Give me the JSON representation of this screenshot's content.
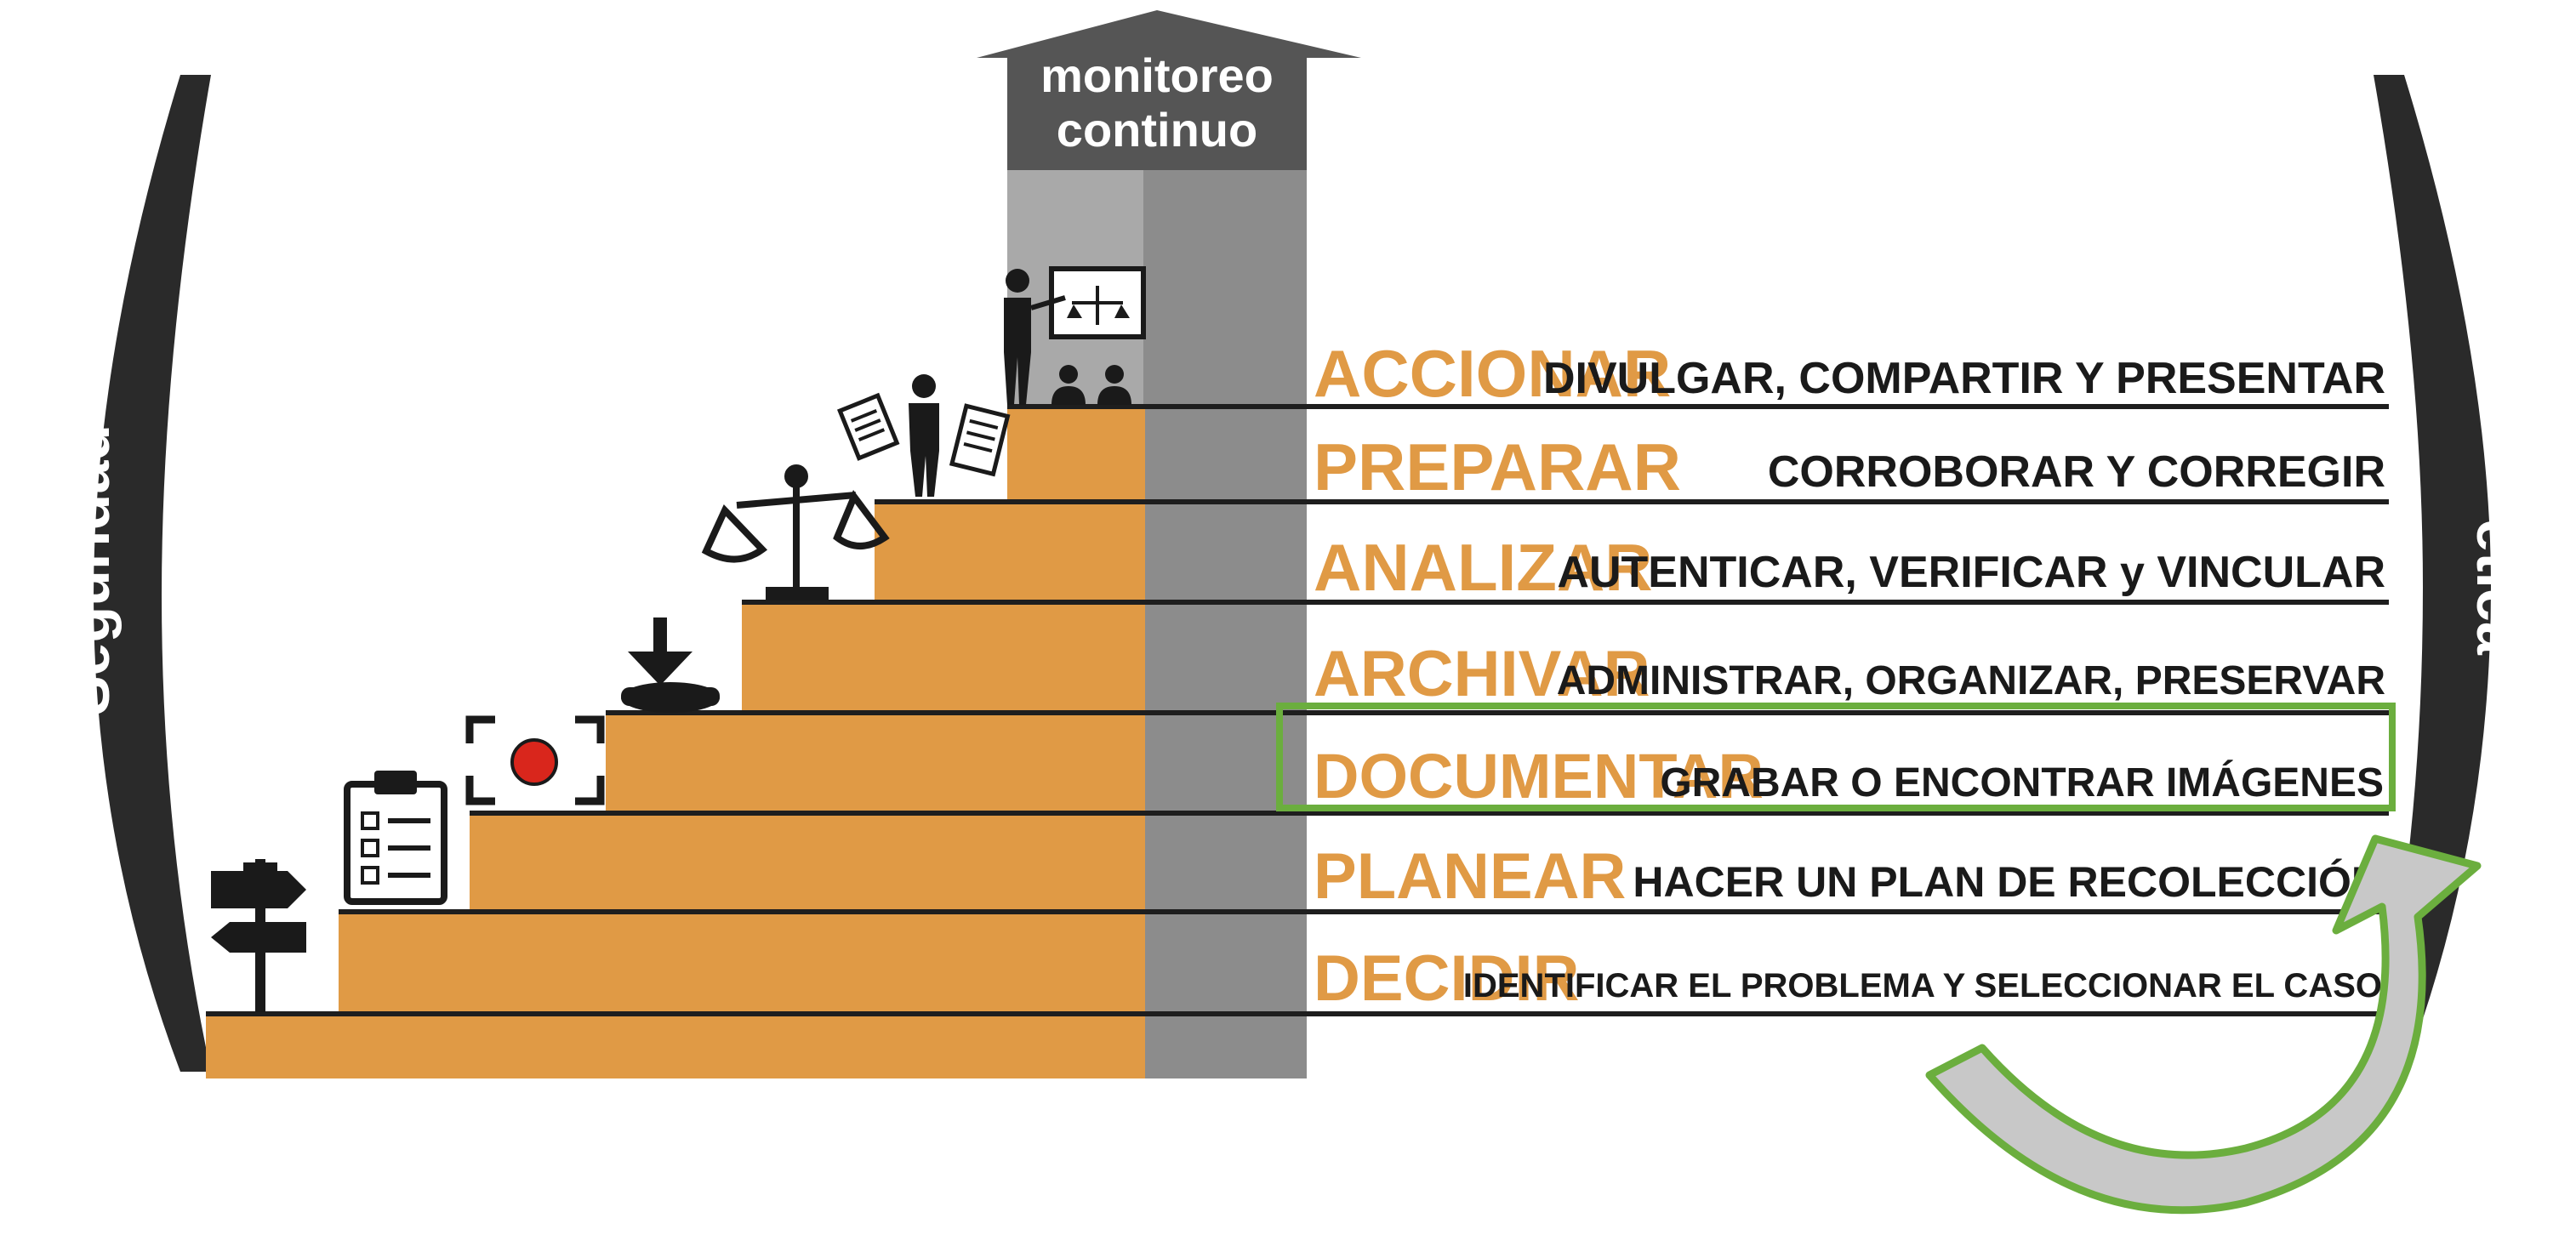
{
  "top_arrow": {
    "line1": "monitoreo",
    "line2": "continuo"
  },
  "left_bracket_label": "Seguridad",
  "right_bracket_label": "ética",
  "steps": [
    {
      "name": "ACCIONAR",
      "description": "DIVULGAR, COMPARTIR Y PRESENTAR",
      "highlighted": false
    },
    {
      "name": "PREPARAR",
      "description": "CORROBORAR Y CORREGIR",
      "highlighted": false
    },
    {
      "name": "ANALIZAR",
      "description": "AUTENTICAR, VERIFICAR y VINCULAR",
      "highlighted": false
    },
    {
      "name": "ARCHIVAR",
      "description": "ADMINISTRAR, ORGANIZAR, PRESERVAR",
      "highlighted": false
    },
    {
      "name": "DOCUMENTAR",
      "description": "GRABAR O ENCONTRAR IMÁGENES",
      "highlighted": true
    },
    {
      "name": "PLANEAR",
      "description": "HACER UN PLAN DE RECOLECCIÓN",
      "highlighted": false
    },
    {
      "name": "DECIDIR",
      "description": "IDENTIFICAR EL PROBLEMA Y SELECCIONAR EL CASO",
      "highlighted": false
    }
  ],
  "colors": {
    "step_orange": "#E09A45",
    "dark": "#222222",
    "gray_column": "#8C8C8C",
    "gray_arrow": "#555555",
    "highlight_green": "#6BAE3E",
    "curved_arrow_fill": "#C8C8C8",
    "bracket": "#2A2A2A"
  },
  "icons": [
    "signpost-icon",
    "clipboard-checklist-icon",
    "record-camera-icon",
    "download-archive-icon",
    "scales-icon",
    "person-documents-icon",
    "presenter-audience-icon"
  ]
}
